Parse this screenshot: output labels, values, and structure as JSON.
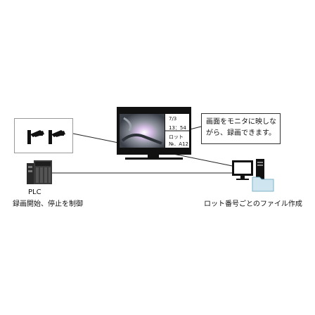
{
  "monitor": {
    "date": "7/3",
    "time": "13：54",
    "lot_label": "ロット",
    "lot_number": "№．A12"
  },
  "callout": {
    "line1": "画面をモニタに映しな",
    "line2": "がら、録画できます。"
  },
  "plc": {
    "title": "PLC",
    "caption": "録画開始、停止を制御"
  },
  "pc": {
    "caption": "ロット番号ごとのファイル作成"
  },
  "colors": {
    "line": "#222222",
    "folder": "#cfe6f0",
    "monitor_bezel": "#111111",
    "plc_body": "#2a2a2a"
  },
  "icons": [
    "camera-icon",
    "plc-icon",
    "monitor-icon",
    "pc-icon",
    "folder-icon"
  ]
}
